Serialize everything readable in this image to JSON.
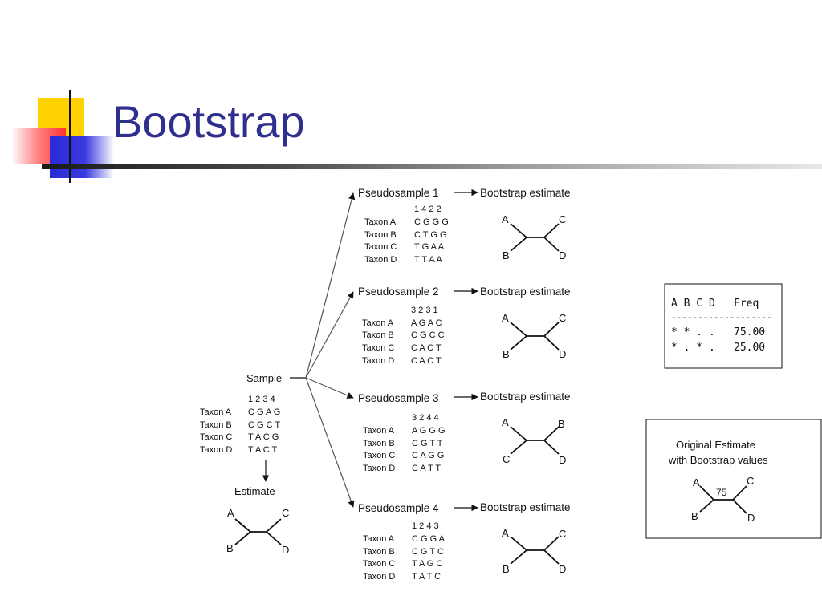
{
  "slide": {
    "title": "Bootstrap",
    "colors": {
      "title": "#2f2f8e",
      "accent_yellow": "#ffd200",
      "accent_red": "#ff3030",
      "accent_blue": "#2b2bd6"
    }
  },
  "sample": {
    "label": "Sample",
    "sites": "1 2 3 4",
    "rows": [
      {
        "taxon": "Taxon A",
        "seq": "C G A G"
      },
      {
        "taxon": "Taxon B",
        "seq": "C G C T"
      },
      {
        "taxon": "Taxon C",
        "seq": "T A C G"
      },
      {
        "taxon": "Taxon D",
        "seq": "T A C T"
      }
    ],
    "estimate_label": "Estimate",
    "tree": {
      "tl": "A",
      "bl": "B",
      "tr": "C",
      "br": "D"
    }
  },
  "pseudosamples": [
    {
      "label": "Pseudosample 1",
      "sites": "1 4 2 2",
      "estimate_label": "Bootstrap estimate",
      "rows": [
        {
          "taxon": "Taxon A",
          "seq": "C G G G"
        },
        {
          "taxon": "Taxon B",
          "seq": "C T G G"
        },
        {
          "taxon": "Taxon C",
          "seq": "T G A A"
        },
        {
          "taxon": "Taxon D",
          "seq": "T T A A"
        }
      ],
      "tree": {
        "tl": "A",
        "bl": "B",
        "tr": "C",
        "br": "D"
      }
    },
    {
      "label": "Pseudosample 2",
      "sites": "3 2 3 1",
      "estimate_label": "Bootstrap estimate",
      "rows": [
        {
          "taxon": "Taxon A",
          "seq": "A G A C"
        },
        {
          "taxon": "Taxon B",
          "seq": "C G C C"
        },
        {
          "taxon": "Taxon C",
          "seq": "C A C T"
        },
        {
          "taxon": "Taxon D",
          "seq": "C A C T"
        }
      ],
      "tree": {
        "tl": "A",
        "bl": "B",
        "tr": "C",
        "br": "D"
      }
    },
    {
      "label": "Pseudosample 3",
      "sites": "3 2 4 4",
      "estimate_label": "Bootstrap estimate",
      "rows": [
        {
          "taxon": "Taxon A",
          "seq": "A G G G"
        },
        {
          "taxon": "Taxon B",
          "seq": "C G T T"
        },
        {
          "taxon": "Taxon C",
          "seq": "C A G G"
        },
        {
          "taxon": "Taxon D",
          "seq": "C A T T"
        }
      ],
      "tree": {
        "tl": "A",
        "bl": "C",
        "tr": "B",
        "br": "D"
      }
    },
    {
      "label": "Pseudosample 4",
      "sites": "1 2 4 3",
      "estimate_label": "Bootstrap estimate",
      "rows": [
        {
          "taxon": "Taxon A",
          "seq": "C G G A"
        },
        {
          "taxon": "Taxon B",
          "seq": "C G T C"
        },
        {
          "taxon": "Taxon C",
          "seq": "T A G C"
        },
        {
          "taxon": "Taxon D",
          "seq": "T A T C"
        }
      ],
      "tree": {
        "tl": "A",
        "bl": "B",
        "tr": "C",
        "br": "D"
      }
    }
  ],
  "freq_table": {
    "header_taxa": "A B C D",
    "header_freq": "Freq",
    "divider": "-------------------",
    "rows": [
      {
        "pattern": "* * . .",
        "freq": "75.00"
      },
      {
        "pattern": "* . * .",
        "freq": "25.00"
      }
    ]
  },
  "original": {
    "line1": "Original Estimate",
    "line2": "with Bootstrap values",
    "support": "75",
    "tree": {
      "tl": "A",
      "bl": "B",
      "tr": "C",
      "br": "D"
    }
  }
}
